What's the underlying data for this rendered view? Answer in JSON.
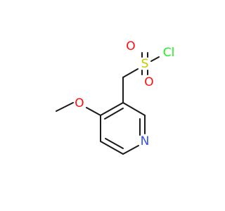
{
  "molecule": {
    "atoms": {
      "oxygen_methoxy": "O",
      "nitrogen_ring": "N",
      "sulfur": "S",
      "oxygen_sulfonyl_top": "O",
      "oxygen_sulfonyl_bottom": "O",
      "chlorine": "Cl"
    },
    "colors": {
      "bond": "#1a1a1a",
      "oxygen": "#ff0d0d",
      "nitrogen": "#3050f8",
      "sulfur": "#c8c800",
      "chlorine": "#1ff01f",
      "background": "#ffffff"
    }
  }
}
